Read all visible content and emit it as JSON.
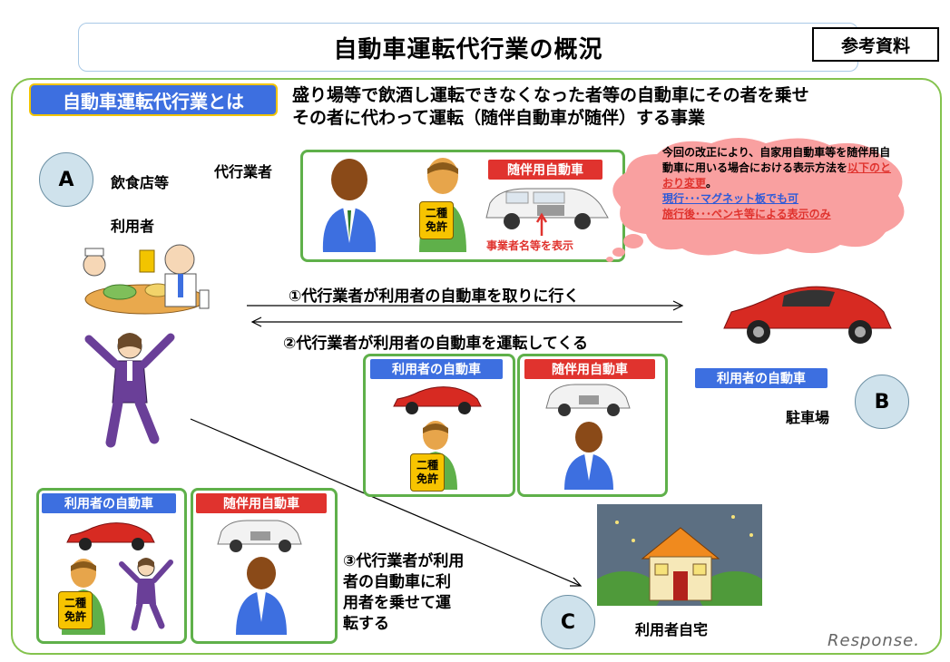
{
  "header": {
    "title": "自動車運転代行業の概況",
    "ref_label": "参考資料"
  },
  "definition": {
    "label": "自動車運転代行業とは",
    "text": "盛り場等で飲酒し運転できなくなった者等の自動車にその者を乗せ\nその者に代わって運転（随伴自動車が随伴）する事業"
  },
  "places": {
    "a_letter": "A",
    "a_label": "飲食店等",
    "user_label": "利用者",
    "operator_label": "代行業者",
    "b_letter": "B",
    "b_label": "駐車場",
    "b_car_tag": "利用者の自動車",
    "c_letter": "C",
    "c_label": "利用者自宅"
  },
  "operator_box": {
    "escort_tag": "随伴用自動車",
    "license_line1": "二種",
    "license_line2": "免許",
    "display_note": "事業者名等を表示"
  },
  "cloud": {
    "line1": "今回の改正により、自家用自動車等を随伴用自動車に用いる場合における表示方法を",
    "line1_red": "以下のとおり変更",
    "line1_end": "。",
    "line2": "現行･･･マグネット板でも可",
    "line3": "施行後･･･ペンキ等による表示のみ"
  },
  "steps": {
    "step1": "①代行業者が利用者の自動車を取りに行く",
    "step2": "②代行業者が利用者の自動車を運転してくる",
    "step3": "③代行業者が利用\n者の自動車に利\n用者を乗せて運\n転する"
  },
  "mid_boxes": {
    "user_car_tag": "利用者の自動車",
    "escort_tag": "随伴用自動車",
    "license_line1": "二種",
    "license_line2": "免許"
  },
  "bottom_boxes": {
    "user_car_tag": "利用者の自動車",
    "escort_tag": "随伴用自動車",
    "license_line1": "二種",
    "license_line2": "免許"
  },
  "watermark": "Response.",
  "colors": {
    "frame_green": "#84c34e",
    "box_green": "#5fb04a",
    "tag_red": "#e0332e",
    "tag_blue": "#3d6fe0",
    "cloud_pink": "#f9a0a0",
    "circle_fill": "#cfe2ec"
  }
}
